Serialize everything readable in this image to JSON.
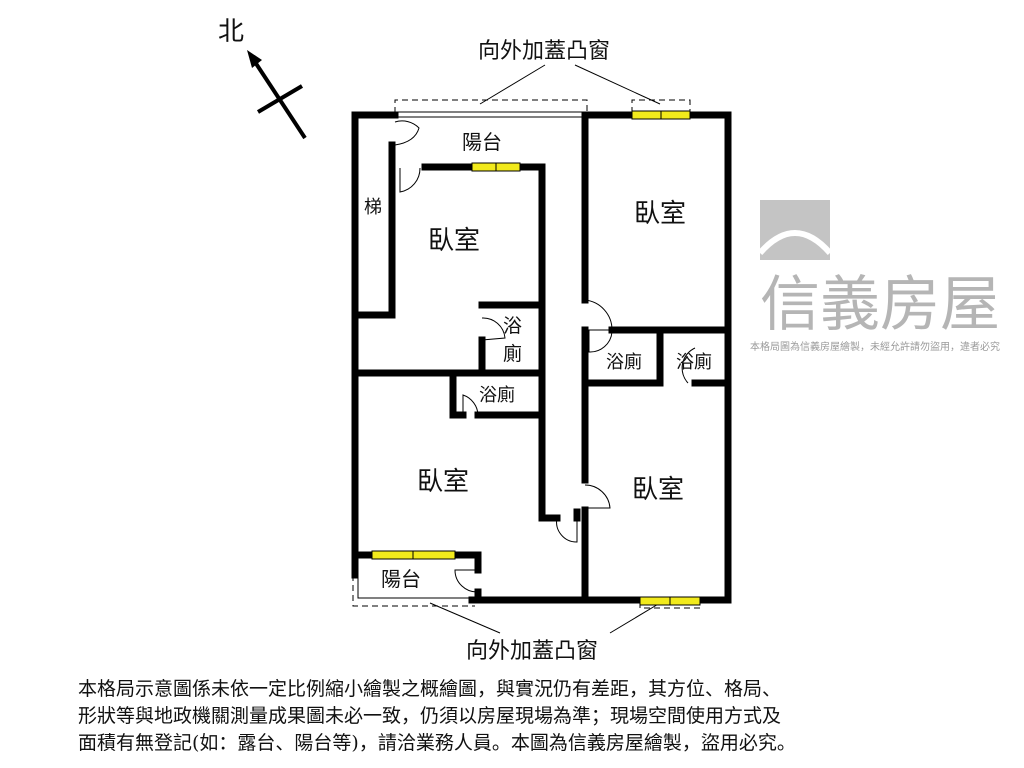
{
  "compass": {
    "label": "北",
    "icon": "north-arrow-icon"
  },
  "annotations": {
    "top_bay_window": "向外加蓋凸窗",
    "bottom_bay_window": "向外加蓋凸窗"
  },
  "rooms": {
    "balcony_top": "陽台",
    "stairs": "梯",
    "bedroom_top_left": "臥室",
    "bedroom_top_right": "臥室",
    "bath_center_line1": "浴",
    "bath_center_line2": "廁",
    "bath_right_a": "浴廁",
    "bath_right_b": "浴廁",
    "bath_lower": "浴廁",
    "bedroom_bottom_left": "臥室",
    "bedroom_bottom_right": "臥室",
    "balcony_bottom": "陽台"
  },
  "watermark": {
    "brand": "信義房屋",
    "notice": "本格局圖為信義房屋繪製，未經允許請勿盜用，違者必究"
  },
  "colors": {
    "wall": "#000000",
    "window": "#f2ea1c",
    "watermark": "#9a9a9a"
  },
  "disclaimer": [
    "本格局示意圖係未依一定比例縮小繪製之概繪圖，與實況仍有差距，其方位、格局、",
    "形狀等與地政機關測量成果圖未必一致，仍須以房屋現場為準；現場空間使用方式及",
    "面積有無登記(如：露台、陽台等)，請洽業務人員。本圖為信義房屋繪製，盜用必究。"
  ]
}
